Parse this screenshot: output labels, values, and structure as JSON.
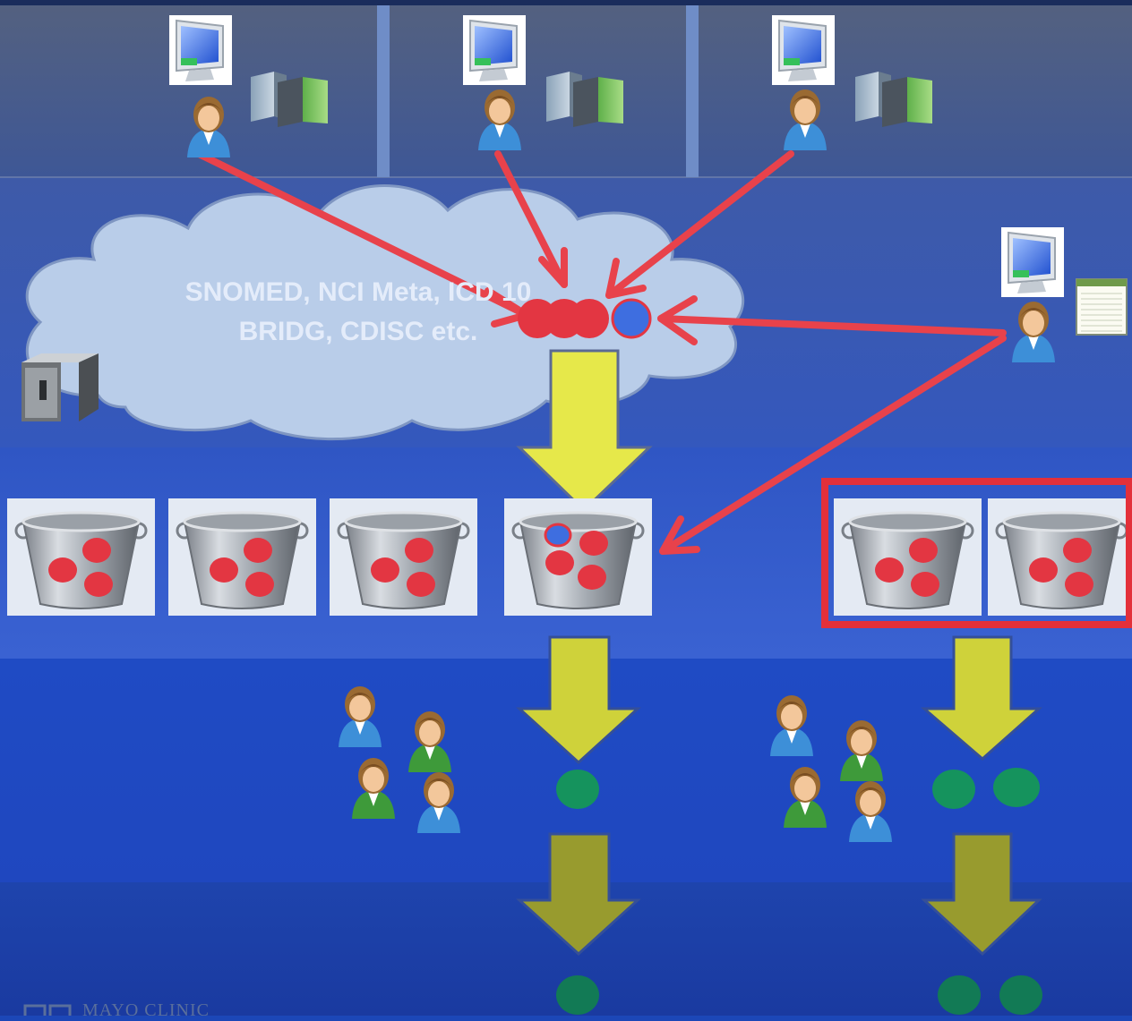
{
  "diagram": {
    "cloud_text_line1": "SNOMED, NCI Meta, ICD 10",
    "cloud_text_line2": "BRIDG, CDISC etc.",
    "logo_text": "MAYO CLINIC"
  },
  "colors": {
    "background": "#1c47b7",
    "arrow_red": "#e8424b",
    "arrow_yellow": "#e6e84a",
    "concept_red": "#e33642",
    "concept_blue": "#3e6ee0",
    "result_green": "#12925a",
    "highlight_box": "#e3303a"
  },
  "icons": {
    "top_users": [
      "computer-monitor-icon",
      "user-icon",
      "server-icon"
    ],
    "right_user": [
      "computer-monitor-icon",
      "user-icon",
      "notepad-icon"
    ],
    "left_server": "server-tower-icon",
    "buckets": "ice-bucket-icon",
    "user_groups": "people-group-icon"
  }
}
